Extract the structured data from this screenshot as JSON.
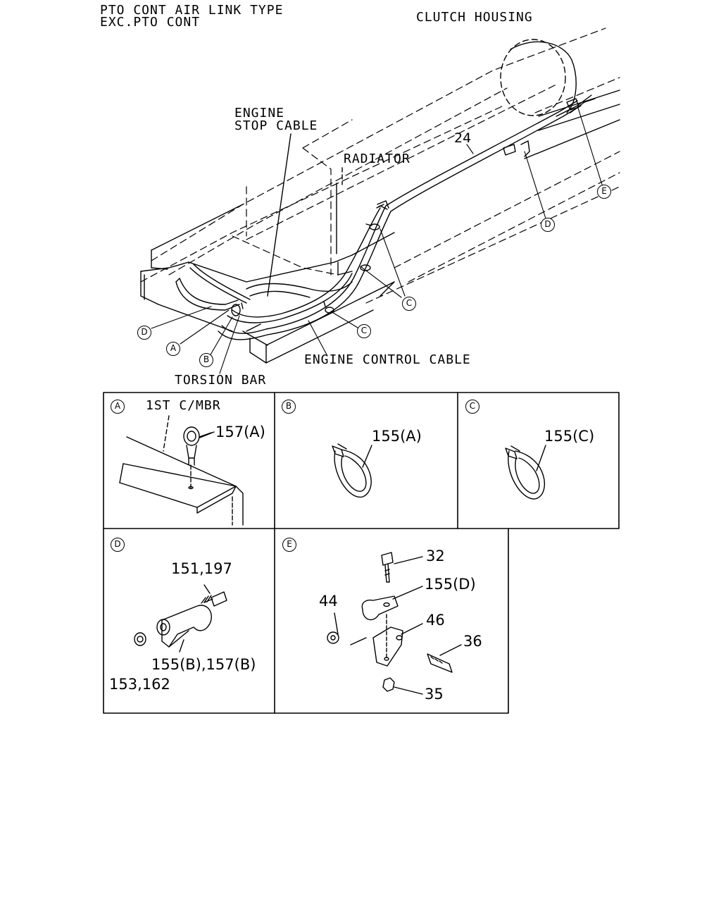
{
  "header": {
    "line1": "PTO CONT AIR LINK TYPE",
    "line2": "EXC.PTO CONT"
  },
  "main_view": {
    "labels": {
      "clutch_housing": "CLUTCH HOUSING",
      "engine_stop_cable_1": "ENGINE",
      "engine_stop_cable_2": "STOP CABLE",
      "radiator": "RADIATOR",
      "engine_control_cable": "ENGINE CONTROL CABLE",
      "torsion_bar": "TORSION BAR",
      "part_24": "24"
    },
    "callouts": {
      "e_right": "E",
      "d_right": "D",
      "c_upper": "C",
      "c_lower": "C",
      "d_left": "D",
      "a_left": "A",
      "b_left": "B"
    }
  },
  "detail_a": {
    "letter": "A",
    "title": "1ST C/MBR",
    "part": "157(A)"
  },
  "detail_b": {
    "letter": "B",
    "part": "155(A)"
  },
  "detail_c": {
    "letter": "C",
    "part": "155(C)"
  },
  "detail_d": {
    "letter": "D",
    "bolt": "151,197",
    "clip": "155(B),157(B)",
    "nut": "153,162"
  },
  "detail_e": {
    "letter": "E",
    "bolt": "32",
    "clip": "155(D)",
    "bracket": "46",
    "stud": "36",
    "nut_left": "44",
    "nut_bottom": "35"
  }
}
